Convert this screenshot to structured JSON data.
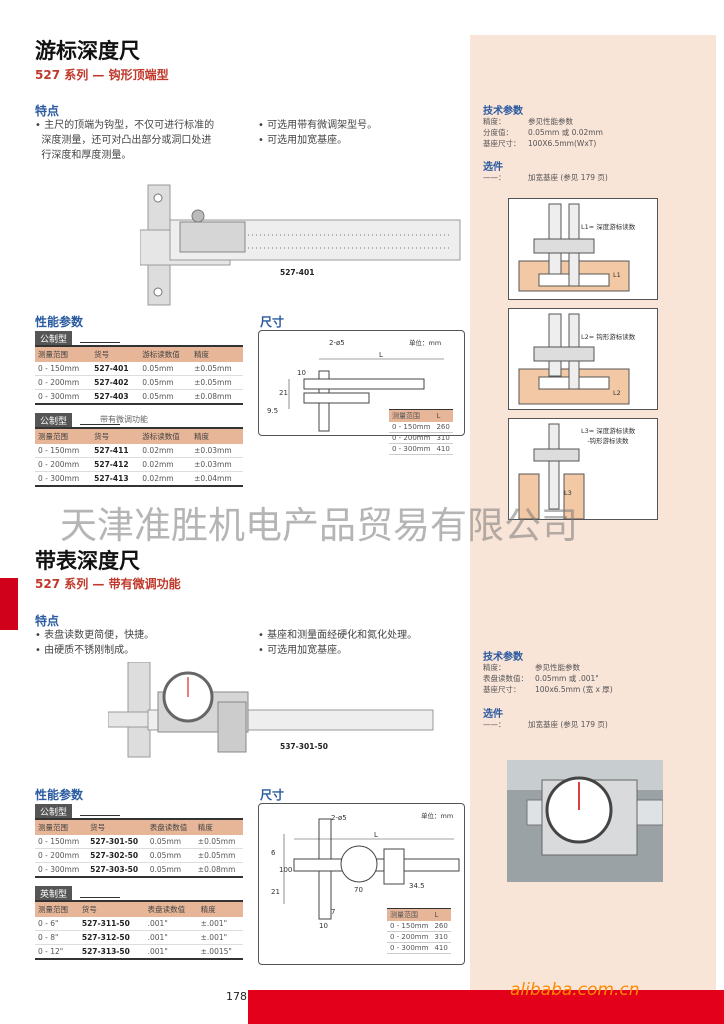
{
  "top": {
    "title": "游标深度尺",
    "subtitle": "527 系列 — 钩形顶端型",
    "features_heading": "特点",
    "features_left": "• 主尺的顶端为钩型，不仅可进行标准的\n  深度测量，还可对凸出部分或洞口处进\n  行深度和厚度测量。",
    "features_right": [
      "• 可选用带有微调架型号。",
      "• 可选用加宽基座。"
    ],
    "model_label": "527-401",
    "perf_heading": "性能参数",
    "dim_heading": "尺寸",
    "table1": {
      "tag": "公制型",
      "headers": [
        "测量范围",
        "货号",
        "游标读数值",
        "精度"
      ],
      "rows": [
        [
          "0 - 150mm",
          "527-401",
          "0.05mm",
          "±0.05mm"
        ],
        [
          "0 - 200mm",
          "527-402",
          "0.05mm",
          "±0.05mm"
        ],
        [
          "0 - 300mm",
          "527-403",
          "0.05mm",
          "±0.08mm"
        ]
      ]
    },
    "table2": {
      "tag": "公制型",
      "note": "带有微调功能",
      "headers": [
        "测量范围",
        "货号",
        "游标读数值",
        "精度"
      ],
      "rows": [
        [
          "0 - 150mm",
          "527-411",
          "0.02mm",
          "±0.03mm"
        ],
        [
          "0 - 200mm",
          "527-412",
          "0.02mm",
          "±0.03mm"
        ],
        [
          "0 - 300mm",
          "527-413",
          "0.02mm",
          "±0.04mm"
        ]
      ]
    },
    "dim": {
      "unit": "单位：mm",
      "hole": "2-ø5",
      "L": "L",
      "d21": "21",
      "d10": "10",
      "d95": "9.5",
      "headers": [
        "测量范围",
        "L"
      ],
      "rows": [
        [
          "0 - 150mm",
          "260"
        ],
        [
          "0 - 200mm",
          "310"
        ],
        [
          "0 - 300mm",
          "410"
        ]
      ]
    },
    "tech": {
      "heading": "技术参数",
      "rows": [
        [
          "精度：",
          "参见性能参数"
        ],
        [
          "分度值：",
          "0.05mm 或 0.02mm"
        ],
        [
          "基座尺寸：",
          "100X6.5mm(WxT)"
        ]
      ]
    },
    "option": {
      "heading": "选件",
      "dash": "——：",
      "text": "加宽基座 (参见 179 页)"
    },
    "apps": [
      "L1= 深度游标读数",
      "L2= 钩形游标读数",
      "L3= 深度游标读数\n   -钩形游标读数"
    ],
    "app_marks": [
      "L1",
      "L2",
      "L3"
    ]
  },
  "watermark": "天津准胜机电产品贸易有限公司",
  "bottom": {
    "title": "带表深度尺",
    "subtitle": "527 系列 — 带有微调功能",
    "features_heading": "特点",
    "features_left": [
      "• 表盘读数更简便，快捷。",
      "• 由硬质不锈刚制成。"
    ],
    "features_right": [
      "• 基座和测量面经硬化和氮化处理。",
      "• 可选用加宽基座。"
    ],
    "model_label": "537-301-50",
    "perf_heading": "性能参数",
    "dim_heading": "尺寸",
    "table1": {
      "tag": "公制型",
      "headers": [
        "测量范围",
        "货号",
        "表盘读数值",
        "精度"
      ],
      "rows": [
        [
          "0 - 150mm",
          "527-301-50",
          "0.05mm",
          "±0.05mm"
        ],
        [
          "0 - 200mm",
          "527-302-50",
          "0.05mm",
          "±0.05mm"
        ],
        [
          "0 - 300mm",
          "527-303-50",
          "0.05mm",
          "±0.08mm"
        ]
      ]
    },
    "table2": {
      "tag": "英制型",
      "headers": [
        "测量范围",
        "货号",
        "表盘读数值",
        "精度"
      ],
      "rows": [
        [
          "0 - 6\"",
          "527-311-50",
          ".001\"",
          "±.001\""
        ],
        [
          "0 - 8\"",
          "527-312-50",
          ".001\"",
          "±.001\""
        ],
        [
          "0 - 12\"",
          "527-313-50",
          ".001\"",
          "±.0015\""
        ]
      ]
    },
    "dim": {
      "unit": "单位：mm",
      "hole": "2-ø5",
      "L": "L",
      "d70": "70",
      "d345": "34.5",
      "d100": "100",
      "d7": "7",
      "d10": "10",
      "d6": "6",
      "d21": "21",
      "headers": [
        "测量范围",
        "L"
      ],
      "rows": [
        [
          "0 - 150mm",
          "260"
        ],
        [
          "0 - 200mm",
          "310"
        ],
        [
          "0 - 300mm",
          "410"
        ]
      ]
    },
    "tech": {
      "heading": "技术参数",
      "rows": [
        [
          "精度：",
          "参见性能参数"
        ],
        [
          "表盘读数值：",
          "0.05mm 或 .001\""
        ],
        [
          "基座尺寸：",
          "100x6.5mm (宽 x 厚)"
        ]
      ]
    },
    "option": {
      "heading": "选件",
      "dash": "——：",
      "text": "加宽基座 (参见 179 页)"
    }
  },
  "footer": {
    "page": "178",
    "site": "alibaba.com.cn"
  },
  "colors": {
    "accent": "#c0392b",
    "heading": "#2a5aa0",
    "panel": "#f9e4d8",
    "footer": "#e3001b"
  }
}
